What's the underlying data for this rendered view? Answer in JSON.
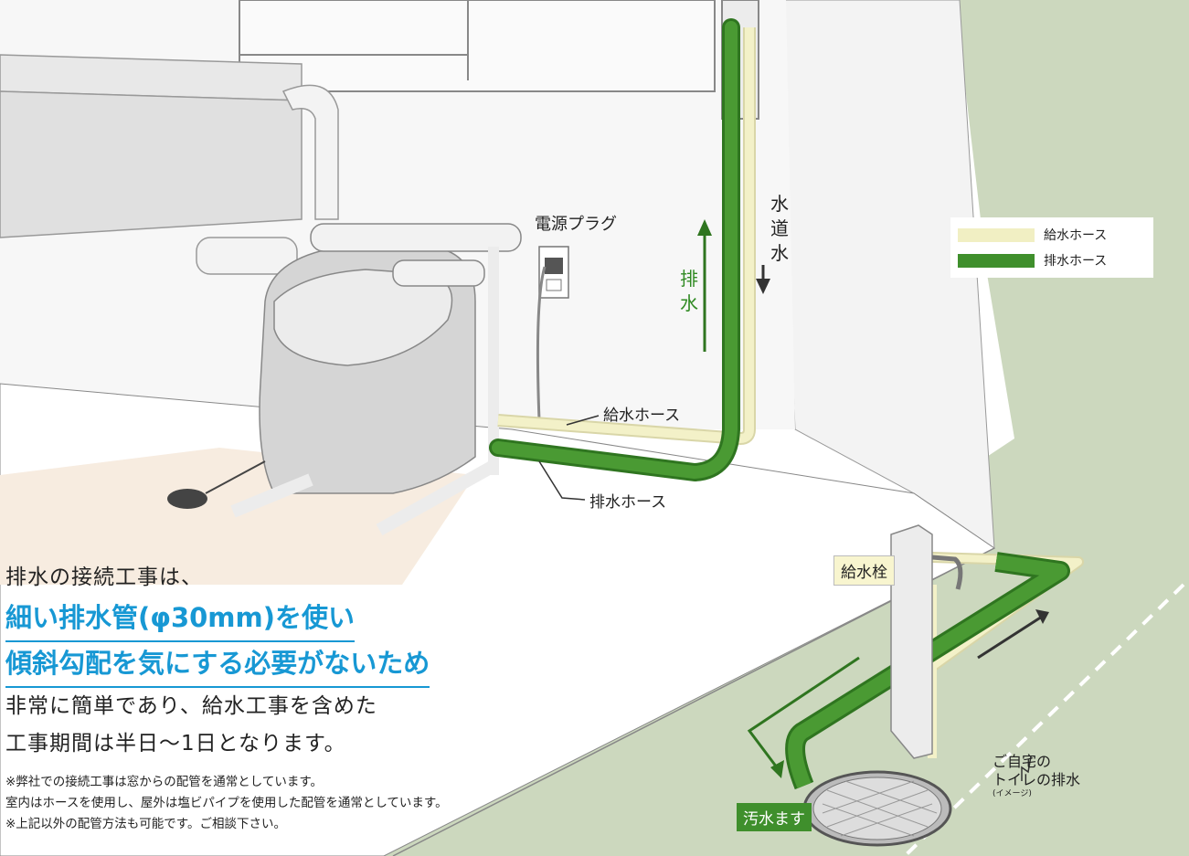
{
  "labels": {
    "power_plug": "電源プラグ",
    "supply_hose": "給水ホース",
    "drain_hose": "排水ホース",
    "tap_water_vertical": [
      "水",
      "道",
      "水"
    ],
    "drain_vertical": [
      "排",
      "水"
    ],
    "hydrant": "給水栓",
    "sewage_basin": "汚水ます",
    "home_toilet_drain_line1": "ご自宅の",
    "home_toilet_drain_line2": "トイレの排水",
    "image_note": "(イメージ)"
  },
  "legend": {
    "items": [
      {
        "label": "給水ホース",
        "color": "#f1efc3"
      },
      {
        "label": "排水ホース",
        "color": "#3f8f2c"
      }
    ]
  },
  "main_text": {
    "line1": "排水の接続工事は、",
    "line2": "細い排水管(φ30mm)を使い",
    "line3": "傾斜勾配を気にする必要がないため",
    "line4": "非常に簡単であり、給水工事を含めた",
    "line5": "工事期間は半日〜1日となります。"
  },
  "notes": [
    "※弊社での接続工事は窓からの配管を通常としています。",
    "室内はホースを使用し、屋外は塩ビパイプを使用した配管を通常としています。",
    "※上記以外の配管方法も可能です。ご相談下さい。"
  ],
  "colors": {
    "drain_green": "#3f8f2c",
    "supply_cream": "#f1efc3",
    "accent_blue": "#1798d4",
    "ground_green": "#cdd9bf"
  }
}
